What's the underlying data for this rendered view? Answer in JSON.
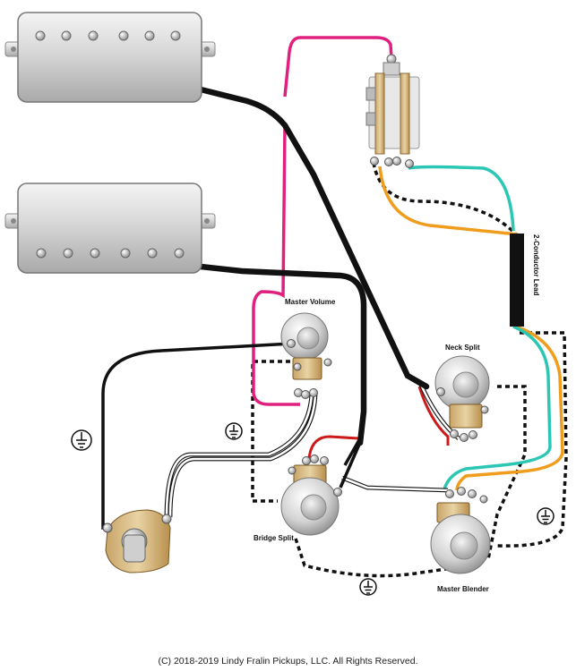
{
  "labels": {
    "master_volume": "Master Volume",
    "neck_split": "Neck Split",
    "bridge_split": "Bridge Split",
    "master_blender": "Master Blender",
    "lead": "2-Conductor Lead"
  },
  "copyright": "(C) 2018-2019 Lindy Fralin Pickups, LLC. All Rights Reserved.",
  "colors": {
    "black": "#111111",
    "magenta": "#e0207e",
    "teal": "#2cc7b4",
    "orange": "#f09c1c",
    "red": "#cc1a1a",
    "white": "#ffffff"
  }
}
